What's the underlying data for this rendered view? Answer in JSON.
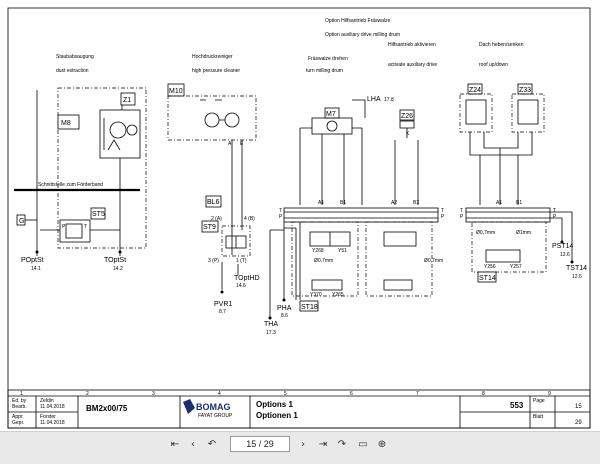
{
  "header": {
    "option_title_de": "Option Hilfsantrieb Fräswalze",
    "option_title_en": "Option auxiliary drive milling drum"
  },
  "sections": [
    {
      "de": "Staubabsaugung",
      "en": "dust extraction"
    },
    {
      "de": "Hochdruckreiniger",
      "en": "high pressure cleaner"
    },
    {
      "de": "Fräswalze drehen",
      "en": "turn milling drum"
    },
    {
      "de": "Hilfsantrieb aktivieren",
      "en": "activate auxiliary drive"
    },
    {
      "de": "Dach heben/senken",
      "en": "roof up/down"
    }
  ],
  "components": {
    "m8": "M8",
    "m10": "M10",
    "m7": "M7",
    "z1": "Z1",
    "z24": "Z24",
    "z33": "Z33",
    "z26": "Z26",
    "st5": "ST5",
    "st9": "ST9",
    "st18": "ST18",
    "st14": "ST14",
    "bl6": "BL6",
    "g": "G"
  },
  "interface_label": "Schnittstelle zum Förderband",
  "ports": {
    "poptst": {
      "name": "POptSt",
      "ref": "14.1"
    },
    "toptst": {
      "name": "TOptSt",
      "ref": "14.2"
    },
    "topthd": {
      "name": "TOptHD",
      "ref": "14.6"
    },
    "pvr1": {
      "name": "PVR1",
      "ref": "8.7"
    },
    "pha": {
      "name": "PHA",
      "ref": "8.6"
    },
    "tha": {
      "name": "THA",
      "ref": "17.3"
    },
    "pst14": {
      "name": "PST14",
      "ref": "12.6"
    },
    "tst14": {
      "name": "TST14",
      "ref": "12.6"
    },
    "lha": {
      "name": "LHA",
      "ref": "17.8"
    }
  },
  "pin_labels": {
    "a": "A",
    "e": "E",
    "a1": "A1",
    "b1": "B1",
    "a2": "A2",
    "b2": "B2",
    "t": "T",
    "p": "P",
    "k": "K",
    "p2a": "2 (A)",
    "p4b": "4 (B)",
    "p3p": "3 (P)",
    "p1t": "1 (T)"
  },
  "valve_labels": {
    "y268": "Y268",
    "y51": "Y51",
    "y370": "Y370",
    "y265": "Y265",
    "y256": "Y256",
    "y257": "Y257",
    "d07mm": "Ø0,7mm",
    "d1mm": "Ø1mm"
  },
  "title_block": {
    "labels_left": [
      "Ed. by",
      "Bearb.",
      "Appr.",
      "Gepr."
    ],
    "created": "Zeldin",
    "created_date": "11.04.2018",
    "approved": "Forster",
    "approved_date": "11.04.2018",
    "model": "BM2x00/75",
    "brand": "BOMAG",
    "brand_sub": "FAYAT GROUP",
    "title_en": "Options 1",
    "title_de": "Optionen 1",
    "drawing_no": "553",
    "page_label": "Page",
    "sheet_label": "Blatt",
    "page_num": "15",
    "sheet_num": "29",
    "column_numbers": [
      "1",
      "2",
      "3",
      "4",
      "5",
      "6",
      "7",
      "8",
      "9"
    ]
  },
  "viewer": {
    "page_display": "15 / 29"
  }
}
